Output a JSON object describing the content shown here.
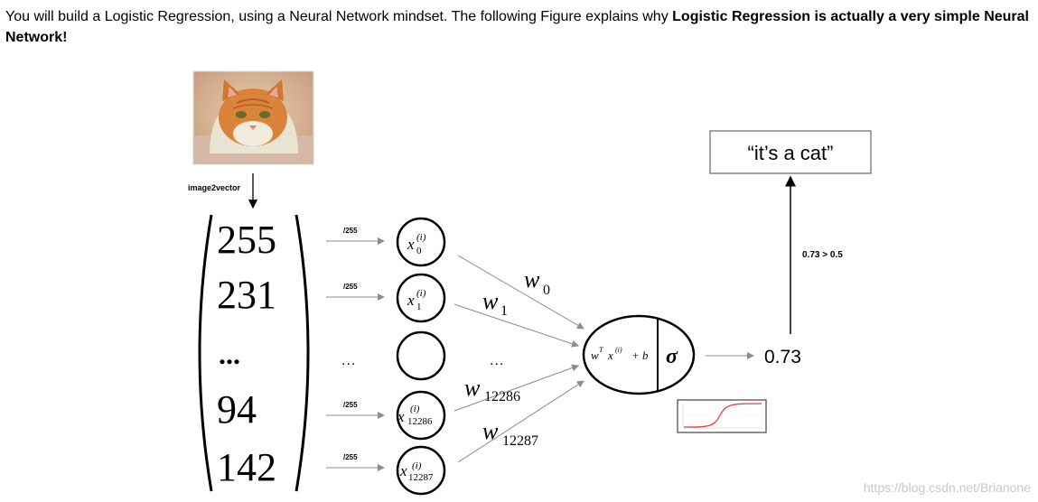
{
  "intro": {
    "plain": "You will build a Logistic Regression, using a Neural Network mindset. The following Figure explains why ",
    "bold": "Logistic Regression is actually a very simple Neural Network!"
  },
  "figure": {
    "image_label": "image2vector",
    "vector_values": [
      "255",
      "231",
      "...",
      "94",
      "142"
    ],
    "divide_labels": [
      "/255",
      "/255",
      "...",
      "/255",
      "/255"
    ],
    "input_nodes": [
      {
        "base": "x",
        "sup": "(i)",
        "sub": "0"
      },
      {
        "base": "x",
        "sup": "(i)",
        "sub": "1"
      },
      {
        "base": "",
        "sup": "",
        "sub": ""
      },
      {
        "base": "x",
        "sup": "(i)",
        "sub": "12286"
      },
      {
        "base": "x",
        "sup": "(i)",
        "sub": "12287"
      }
    ],
    "weights": [
      {
        "base": "w",
        "sub": "0"
      },
      {
        "base": "w",
        "sub": "1"
      },
      {
        "base": "...",
        "sub": ""
      },
      {
        "base": "w",
        "sub": "12286"
      },
      {
        "base": "w",
        "sub": "12287"
      }
    ],
    "neuron_linear": {
      "w": "w",
      "T": "T",
      "x": "x",
      "i": "(i)",
      "rest": "+ b"
    },
    "neuron_activation": "σ",
    "output_value": "0.73",
    "threshold_label": "0.73 > 0.5",
    "prediction": "“it’s a cat”",
    "watermark": "https://blog.csdn.net/Brianone"
  },
  "colors": {
    "cat_fur": "#d9843a",
    "sigmoid_curve": "#e04040",
    "arrow_gray": "#8c8c8c"
  }
}
